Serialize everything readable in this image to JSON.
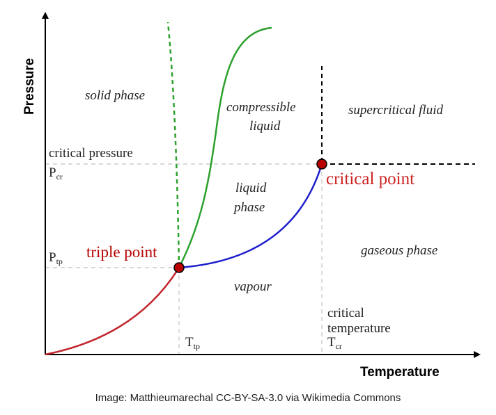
{
  "axes": {
    "x_label": "Temperature",
    "y_label": "Pressure"
  },
  "regions": {
    "solid": "solid phase",
    "compressible_1": "compressible",
    "compressible_2": "liquid",
    "supercritical": "supercritical fluid",
    "liquid_1": "liquid",
    "liquid_2": "phase",
    "gaseous": "gaseous phase",
    "vapour": "vapour"
  },
  "points": {
    "triple": "triple point",
    "critical": "critical point"
  },
  "levels": {
    "critical_pressure": "critical pressure",
    "p_cr_main": "P",
    "p_cr_sub": "cr",
    "p_tp_main": "P",
    "p_tp_sub": "tp",
    "t_tp_main": "T",
    "t_tp_sub": "tp",
    "critical_temp_1": "critical",
    "critical_temp_2": "temperature",
    "t_cr_main": "T",
    "t_cr_sub": "cr"
  },
  "credit": "Image: Matthieumarechal CC-BY-SA-3.0 via Wikimedia Commons",
  "colors": {
    "sublimation_curve": "#c0262c",
    "fusion_curve": "#2ca02c",
    "vaporization_curve": "#1f1fcc",
    "point_fill": "#b80000",
    "point_label": "#cc2222",
    "guide_line": "#cccccc"
  }
}
